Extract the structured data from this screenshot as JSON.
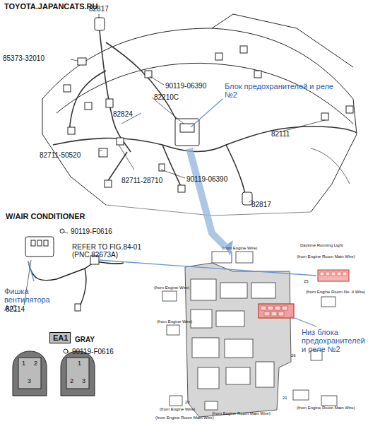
{
  "diagram": {
    "nodes": [
      {
        "text": [
          "EA1"
        ]
      }
    ],
    "labels": [
      "TOYOTA.JAPANCATS.RU",
      "82817",
      "85373-32010",
      "90119-06390",
      "82210C",
      "82824",
      "Блок предохранителей и реле №2",
      "82111",
      "82711-50520",
      "82711-28710",
      "90119-06390",
      "82817",
      "W/AIR CONDITIONER",
      "90119-F0616",
      "REFER TO FIG.84-01 (PNC 82673A)",
      "Фишка вентилятора A/C",
      "82114",
      "90119-F0616",
      "GRAY",
      "1",
      "2",
      "3",
      "1",
      "2",
      "3",
      "(from Engine Wire)",
      "(from Engine Room Main Wire)",
      "Daytime Running Light",
      "(from Engine Wire)",
      "(from Engine Room No. 4 Wire)",
      "Низ блока предохранителей и реле №2",
      "(from Engine Wire)",
      "(from Engine Wire)",
      "(from Engine Room Main Wire)",
      "(from Engine Room Main Wire)",
      "(from Engine Room Main Wire)",
      "25",
      "26",
      "21",
      "23"
    ]
  }
}
